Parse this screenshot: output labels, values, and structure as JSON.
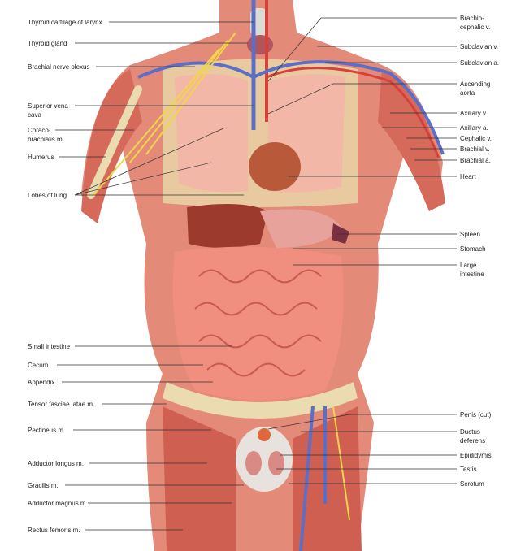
{
  "left_labels": [
    "Thyroid cartilage of larynx",
    "Thyroid gland",
    "Brachial nerve plexus",
    "Superior vena\ncava",
    "Coraco-\nbrachialis m.",
    "Humerus",
    "Lobes of lung",
    "Small intestine",
    "Cecum",
    "Appendix",
    "Tensor fasciae latae m.",
    "Pectineus m.",
    "Adductor longus m.",
    "Gracilis m.",
    "Adductor magnus m.",
    "Rectus femoris m."
  ],
  "right_labels": [
    "Brachio-\ncephalic v.",
    "Subclavian v.",
    "Subclavian a.",
    "Ascending\naorta",
    "Axillary v.",
    "Axillary a.",
    "Cephalic v.",
    "Brachial v.",
    "Brachial a.",
    "Heart",
    "Spleen",
    "Stomach",
    "Large\nintestine",
    "Penis (cut)",
    "Ductus\ndeferens",
    "Epididymis",
    "Testis",
    "Scrotum"
  ],
  "colors": {
    "muscle": "#d9705f",
    "skin": "#f1c3b0",
    "lung": "#f2b6a6",
    "intestine": "#f08e80",
    "vein": "#5b6fc8",
    "artery": "#d8403a",
    "nerve": "#f2d54a",
    "bone": "#eadbb0",
    "liver": "#9c3a2e"
  }
}
